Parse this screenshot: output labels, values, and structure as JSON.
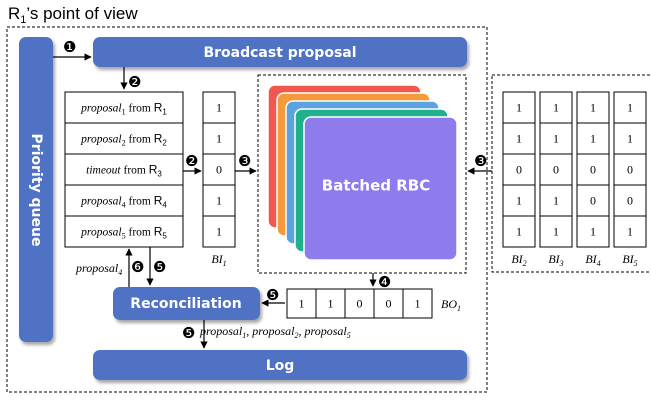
{
  "header": {
    "prefix": "R",
    "sub": "1",
    "suffix": "’s point of view"
  },
  "broadcast": {
    "label": "Broadcast proposal"
  },
  "priority": {
    "label": "Priority queue"
  },
  "batched": {
    "label": "Batched RBC"
  },
  "reconciliation": {
    "label": "Reconciliation"
  },
  "log": {
    "label": "Log"
  },
  "steps": {
    "s1": "❶",
    "s2": "❷",
    "s3": "❸",
    "s4": "❹",
    "s5": "❺",
    "s6": "❻"
  },
  "queue_items": [
    {
      "name": "proposal",
      "idx": "1",
      "from": " from ",
      "r": "R",
      "rsub": "1"
    },
    {
      "name": "proposal",
      "idx": "2",
      "from": " from ",
      "r": "R",
      "rsub": "2"
    },
    {
      "name": "timeout",
      "idx": "",
      "from": "  from ",
      "r": "R",
      "rsub": "3"
    },
    {
      "name": "proposal",
      "idx": "4",
      "from": " from ",
      "r": "R",
      "rsub": "4"
    },
    {
      "name": "proposal",
      "idx": "5",
      "from": " from ",
      "r": "R",
      "rsub": "5"
    }
  ],
  "bi1": {
    "label": "BI",
    "sub": "1",
    "values": [
      "1",
      "1",
      "0",
      "1",
      "1"
    ]
  },
  "bi_columns": [
    {
      "label": "BI",
      "sub": "2",
      "values": [
        "1",
        "1",
        "0",
        "1",
        "1"
      ]
    },
    {
      "label": "BI",
      "sub": "3",
      "values": [
        "1",
        "1",
        "0",
        "1",
        "1"
      ]
    },
    {
      "label": "BI",
      "sub": "4",
      "values": [
        "1",
        "1",
        "0",
        "0",
        "1"
      ]
    },
    {
      "label": "BI",
      "sub": "5",
      "values": [
        "1",
        "1",
        "0",
        "0",
        "1"
      ]
    }
  ],
  "bo1": {
    "label": "BO",
    "sub": "1",
    "values": [
      "1",
      "1",
      "0",
      "0",
      "1"
    ]
  },
  "proposal4_label": {
    "name": "proposal",
    "sub": "4"
  },
  "log_input": {
    "parts": [
      {
        "name": "proposal",
        "sub": "1",
        "sep": ", "
      },
      {
        "name": "proposal",
        "sub": "2",
        "sep": ", "
      },
      {
        "name": "proposal",
        "sub": "5",
        "sep": ""
      }
    ]
  },
  "colors": {
    "bar": "#4F72C4",
    "stack": [
      "#F0584F",
      "#F59A3B",
      "#5BA2DE",
      "#20B08D"
    ],
    "front": "#8E7BEC"
  }
}
